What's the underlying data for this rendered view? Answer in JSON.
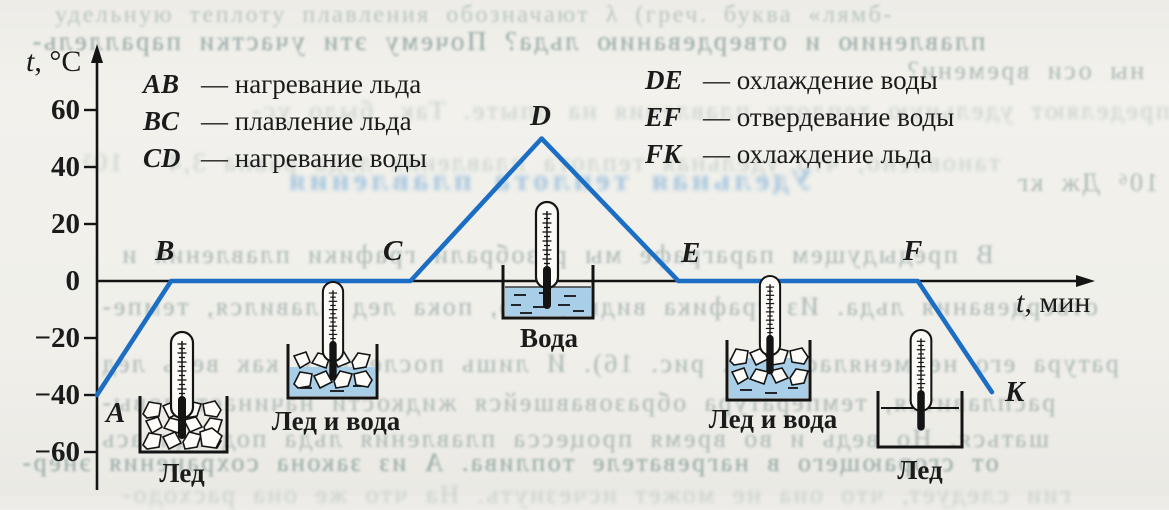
{
  "figure": {
    "description": "Temperature vs time graph of heating and cooling of ice and water (Russian physics textbook figure)"
  },
  "axis": {
    "y_var": "t",
    "y_unit": ", °C",
    "x_var": "t",
    "x_unit": ", мин",
    "y_ticks": [
      "60",
      "40",
      "20",
      "0",
      "−20",
      "−40",
      "−60"
    ]
  },
  "points": [
    "A",
    "B",
    "C",
    "D",
    "E",
    "F",
    "K"
  ],
  "legend": {
    "left": [
      {
        "seg": "AB",
        "desc": "— нагревание льда"
      },
      {
        "seg": "BC",
        "desc": "— плавление льда"
      },
      {
        "seg": "CD",
        "desc": "— нагревание воды"
      }
    ],
    "right": [
      {
        "seg": "DE",
        "desc": "— охлаждение воды"
      },
      {
        "seg": "EF",
        "desc": "— отвердевание воды"
      },
      {
        "seg": "FK",
        "desc": "— охлаждение льда"
      }
    ]
  },
  "beakers": [
    {
      "label": "Лед",
      "contents": "ice"
    },
    {
      "label": "Лед и вода",
      "contents": "ice and water"
    },
    {
      "label": "Вода",
      "contents": "water"
    },
    {
      "label": "Лед и вода",
      "contents": "ice and water"
    },
    {
      "label": "Лед",
      "contents": "ice"
    }
  ],
  "colors": {
    "curve_blue": "#1c6ec5",
    "water_blue": "#a9cfe8",
    "paper": "#f0efea",
    "ink": "#1b1b1b"
  },
  "chart_data": {
    "type": "line",
    "title": "",
    "xlabel": "t, мин",
    "ylabel": "t, °C",
    "ylim": [
      -70,
      75
    ],
    "yticks": [
      60,
      40,
      20,
      0,
      -20,
      -40,
      -60
    ],
    "x_axis_numbering": "none (time axis has no numeric ticks)",
    "grid": false,
    "legend_position": "top, two columns inside plot area",
    "points": [
      {
        "label": "A",
        "t": 0.0,
        "temp": -40
      },
      {
        "label": "B",
        "t": 1.3,
        "temp": 0
      },
      {
        "label": "C",
        "t": 5.5,
        "temp": 0
      },
      {
        "label": "D",
        "t": 7.8,
        "temp": 50
      },
      {
        "label": "E",
        "t": 10.2,
        "temp": 0
      },
      {
        "label": "F",
        "t": 14.4,
        "temp": 0
      },
      {
        "label": "K",
        "t": 15.7,
        "temp": -39
      }
    ],
    "segments": {
      "AB": "нагревание льда",
      "BC": "плавление льда",
      "CD": "нагревание воды",
      "DE": "охлаждение воды",
      "EF": "отвердевание воды",
      "FK": "охлаждение льда"
    }
  },
  "ghost": {
    "lines": [
      "удельную теплоту плавления обозначают λ (греч. буква «лямб-",
      "плавлению и отвердеванию льда? Почему эти участки параллель-",
      "ны оси времени?",
      "Определяют удельную теплоту плавления на опыте. Так, было ус-",
      "тановлено, что удельная теплота плавления льда равна 3,4 · 10⁵",
      "· 10⁶ Дж кг",
      "Удельная теплота плавления",
      "В предыдущем параграфе мы разобрали графики плавления и",
      "отвердевания льда. Из графика видно, что, пока лед плавился, темпе-",
      "ратура его не менялась (см. рис. 16). И лишь после того как весь лед",
      "расплавится, температура образовавшейся жидкости начинает повы-",
      "шаться. Но ведь и во время процесса плавления льда подводилась",
      "от сгорающего в нагревателе топлива. А из закона сохранения энер-",
      "гии следует, что она не может исчезнуть. На что же она расходо-"
    ]
  }
}
